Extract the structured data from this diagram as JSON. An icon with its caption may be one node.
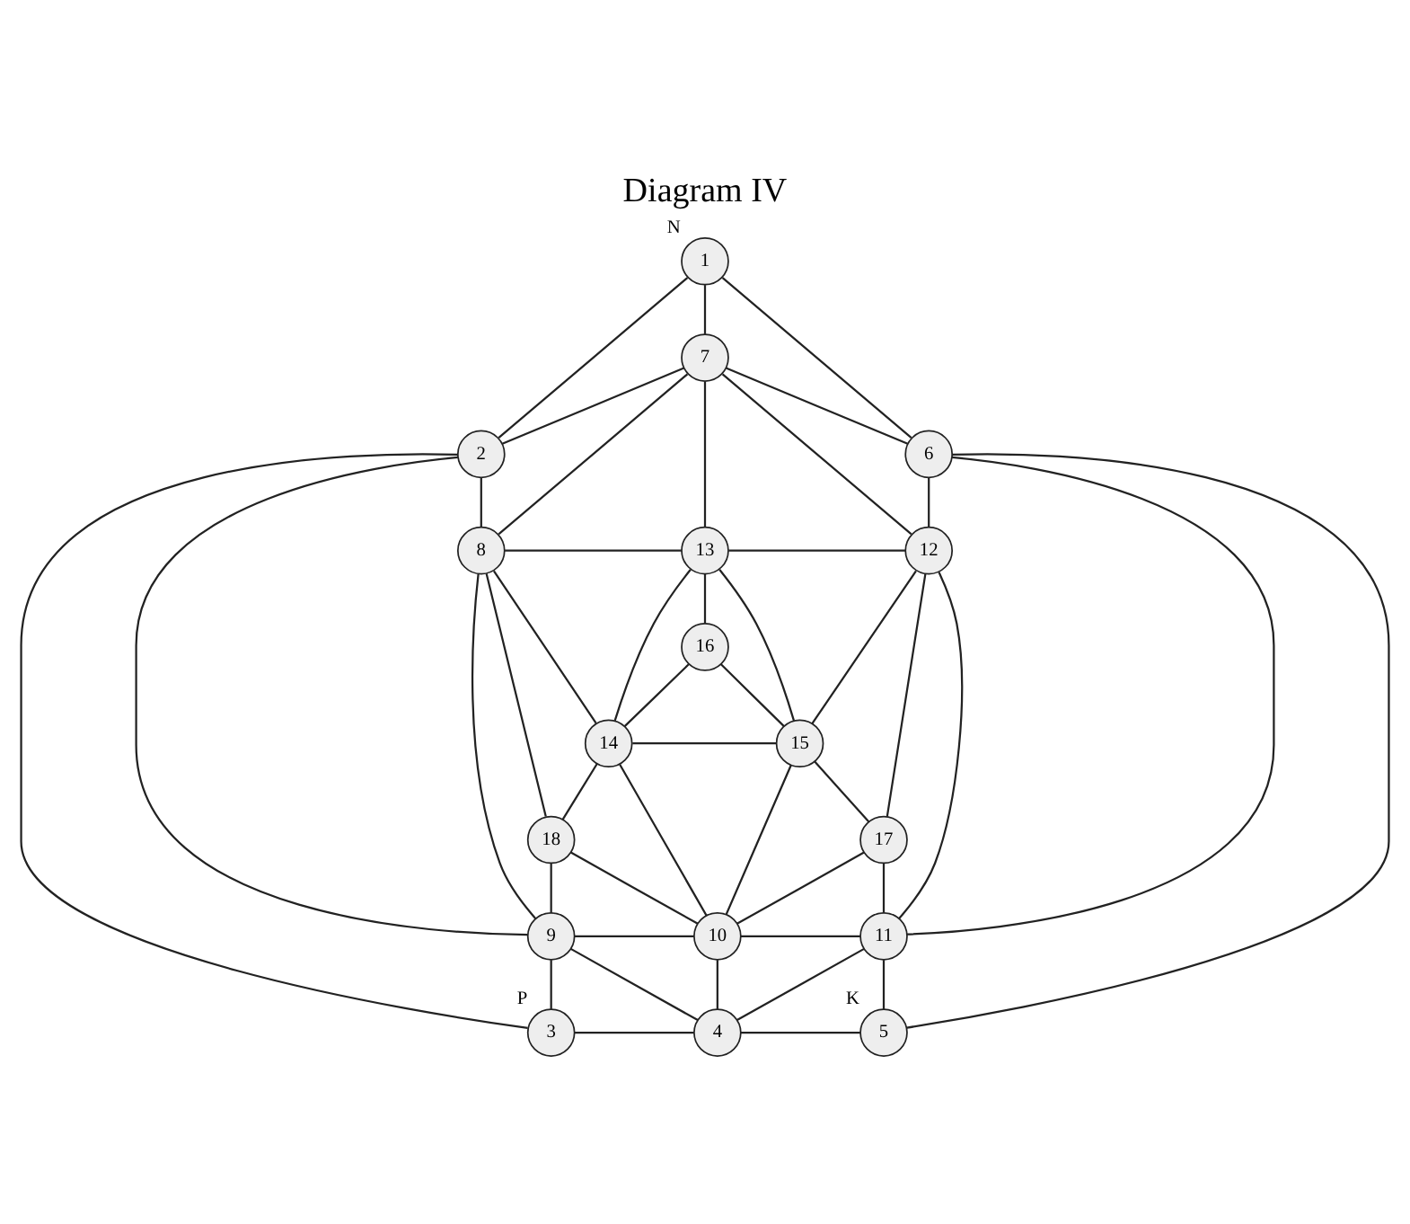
{
  "diagram": {
    "title": "Diagram IV",
    "nodes": [
      {
        "text": [
          "1"
        ],
        "beside": [
          "N"
        ]
      },
      {
        "text": [
          "2"
        ]
      },
      {
        "text": [
          "3"
        ],
        "beside": [
          "P"
        ]
      },
      {
        "text": [
          "4"
        ]
      },
      {
        "text": [
          "5"
        ],
        "beside": [
          "K"
        ]
      },
      {
        "text": [
          "6"
        ]
      },
      {
        "text": [
          "7"
        ]
      },
      {
        "text": [
          "8"
        ]
      },
      {
        "text": [
          "9"
        ]
      },
      {
        "text": [
          "10"
        ]
      },
      {
        "text": [
          "11"
        ]
      },
      {
        "text": [
          "12"
        ]
      },
      {
        "text": [
          "13"
        ]
      },
      {
        "text": [
          "14"
        ]
      },
      {
        "text": [
          "15"
        ]
      },
      {
        "text": [
          "16"
        ]
      },
      {
        "text": [
          "17"
        ]
      },
      {
        "text": [
          "18"
        ]
      }
    ],
    "edges": [
      {
        "from": 0,
        "to": 1,
        "arrow": "none"
      },
      {
        "from": 1,
        "to": 2,
        "arrow": "none"
      },
      {
        "from": 0,
        "to": 5,
        "arrow": "none"
      },
      {
        "from": 5,
        "to": 4,
        "arrow": "none"
      },
      {
        "from": 2,
        "to": 3,
        "arrow": "none"
      },
      {
        "from": 3,
        "to": 4,
        "arrow": "none"
      },
      {
        "from": 0,
        "to": 6,
        "arrow": "none"
      },
      {
        "from": 6,
        "to": 1,
        "arrow": "none"
      },
      {
        "from": 6,
        "to": 5,
        "arrow": "none"
      },
      {
        "from": 6,
        "to": 7,
        "arrow": "none"
      },
      {
        "from": 6,
        "to": 11,
        "arrow": "none"
      },
      {
        "from": 6,
        "to": 12,
        "arrow": "none"
      },
      {
        "from": 1,
        "to": 7,
        "arrow": "none"
      },
      {
        "from": 1,
        "to": 8,
        "arrow": "none"
      },
      {
        "from": 5,
        "to": 11,
        "arrow": "none"
      },
      {
        "from": 5,
        "to": 10,
        "arrow": "none"
      },
      {
        "from": 7,
        "to": 12,
        "arrow": "none"
      },
      {
        "from": 12,
        "to": 11,
        "arrow": "none"
      },
      {
        "from": 7,
        "to": 8,
        "arrow": "none"
      },
      {
        "from": 7,
        "to": 17,
        "arrow": "none"
      },
      {
        "from": 7,
        "to": 13,
        "arrow": "none"
      },
      {
        "from": 11,
        "to": 10,
        "arrow": "none"
      },
      {
        "from": 11,
        "to": 16,
        "arrow": "none"
      },
      {
        "from": 11,
        "to": 14,
        "arrow": "none"
      },
      {
        "from": 12,
        "to": 13,
        "arrow": "none"
      },
      {
        "from": 12,
        "to": 14,
        "arrow": "none"
      },
      {
        "from": 12,
        "to": 15,
        "arrow": "none"
      },
      {
        "from": 15,
        "to": 13,
        "arrow": "none"
      },
      {
        "from": 15,
        "to": 14,
        "arrow": "none"
      },
      {
        "from": 13,
        "to": 14,
        "arrow": "none"
      },
      {
        "from": 13,
        "to": 17,
        "arrow": "none"
      },
      {
        "from": 14,
        "to": 16,
        "arrow": "none"
      },
      {
        "from": 13,
        "to": 9,
        "arrow": "none"
      },
      {
        "from": 14,
        "to": 9,
        "arrow": "none"
      },
      {
        "from": 17,
        "to": 8,
        "arrow": "none"
      },
      {
        "from": 17,
        "to": 9,
        "arrow": "none"
      },
      {
        "from": 16,
        "to": 10,
        "arrow": "none"
      },
      {
        "from": 16,
        "to": 9,
        "arrow": "none"
      },
      {
        "from": 8,
        "to": 9,
        "arrow": "none"
      },
      {
        "from": 9,
        "to": 10,
        "arrow": "none"
      },
      {
        "from": 8,
        "to": 2,
        "arrow": "none"
      },
      {
        "from": 8,
        "to": 3,
        "arrow": "none"
      },
      {
        "from": 10,
        "to": 3,
        "arrow": "none"
      },
      {
        "from": 10,
        "to": 4,
        "arrow": "none"
      },
      {
        "from": 9,
        "to": 3,
        "arrow": "none"
      }
    ]
  }
}
